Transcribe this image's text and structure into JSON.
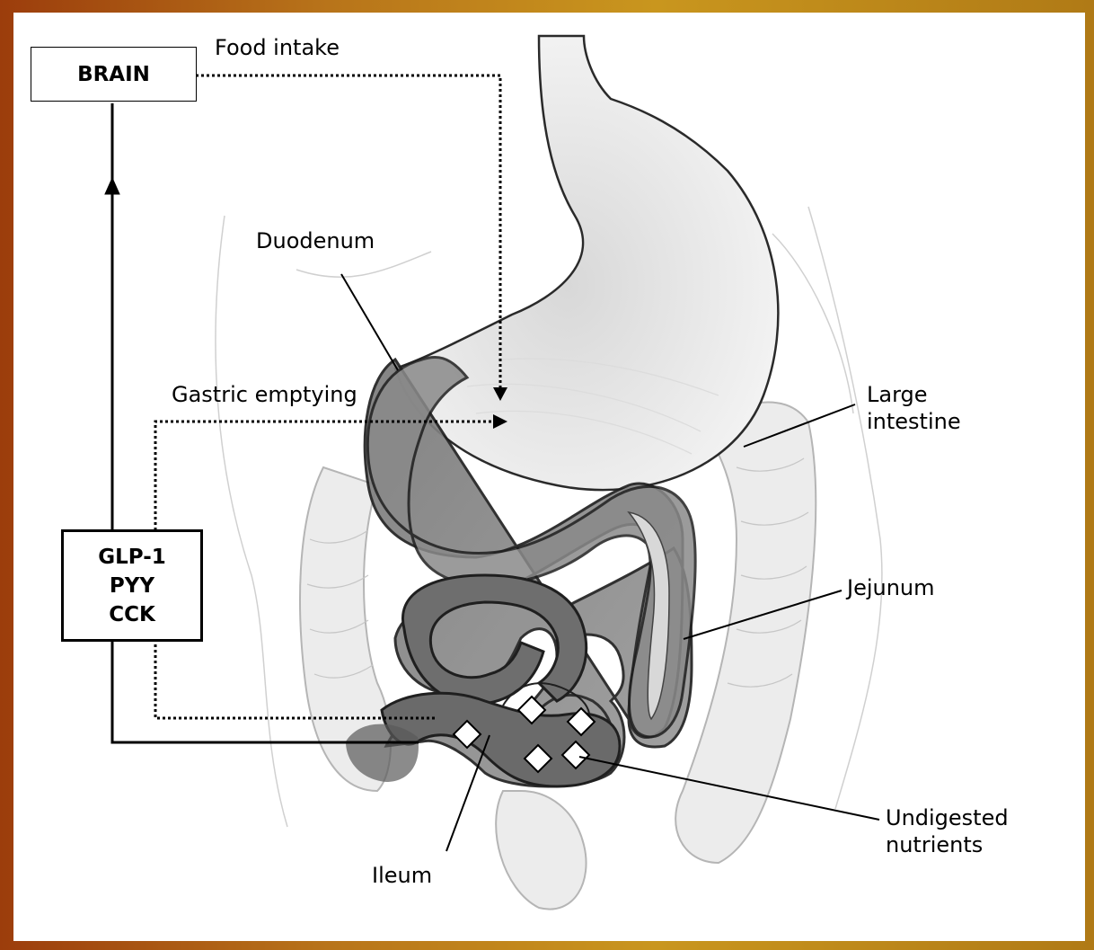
{
  "diagram": {
    "brain_box": "BRAIN",
    "hormones": [
      "GLP-1",
      "PYY",
      "CCK"
    ],
    "labels": {
      "food_intake": "Food intake",
      "gastric_emptying": "Gastric emptying",
      "duodenum": "Duodenum",
      "large_intestine": [
        "Large",
        "intestine"
      ],
      "jejunum": "Jejunum",
      "undigested_nutrients": [
        "Undigested",
        "nutrients"
      ],
      "ileum": "Ileum"
    }
  },
  "colors": {
    "frame_gradient": [
      "#9c3d0c",
      "#c9961e"
    ],
    "small_intestine_outline": "#222222",
    "small_intestine_fill": "#808080",
    "anatomy_sketch": "#c8c8c8"
  }
}
